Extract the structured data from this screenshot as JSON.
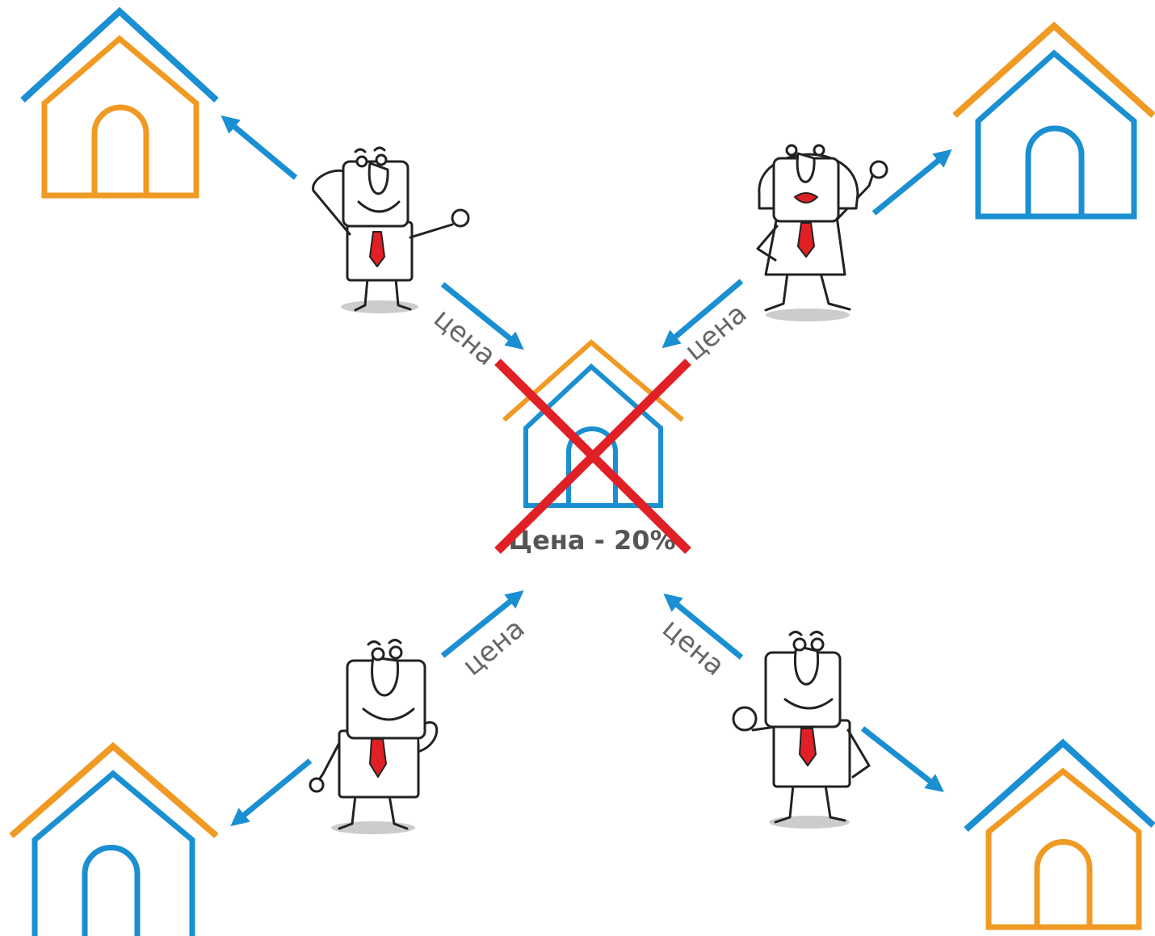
{
  "colors": {
    "blue": "#1a8fd1",
    "orange": "#f09a23",
    "red": "#e02025",
    "ink": "#222222",
    "label_gray": "#666666",
    "center_label": "#555555"
  },
  "arrow_label": "цена",
  "center_label": "Цена - 20%",
  "houses": [
    {
      "name": "house-top-left",
      "roof_outer": "blue",
      "body": "orange"
    },
    {
      "name": "house-top-right",
      "roof_outer": "orange",
      "body": "blue"
    },
    {
      "name": "house-center-crossed",
      "roof_outer": "orange",
      "body": "blue",
      "crossed_out": true
    },
    {
      "name": "house-bottom-left",
      "roof_outer": "orange",
      "body": "blue"
    },
    {
      "name": "house-bottom-right",
      "roof_outer": "blue",
      "body": "orange"
    }
  ],
  "characters": [
    {
      "name": "man-top-left",
      "pose": "hand-on-head"
    },
    {
      "name": "woman-top-right",
      "pose": "pointing-up"
    },
    {
      "name": "man-bottom-left",
      "pose": "thumbs-up"
    },
    {
      "name": "man-bottom-right",
      "pose": "fist"
    }
  ]
}
